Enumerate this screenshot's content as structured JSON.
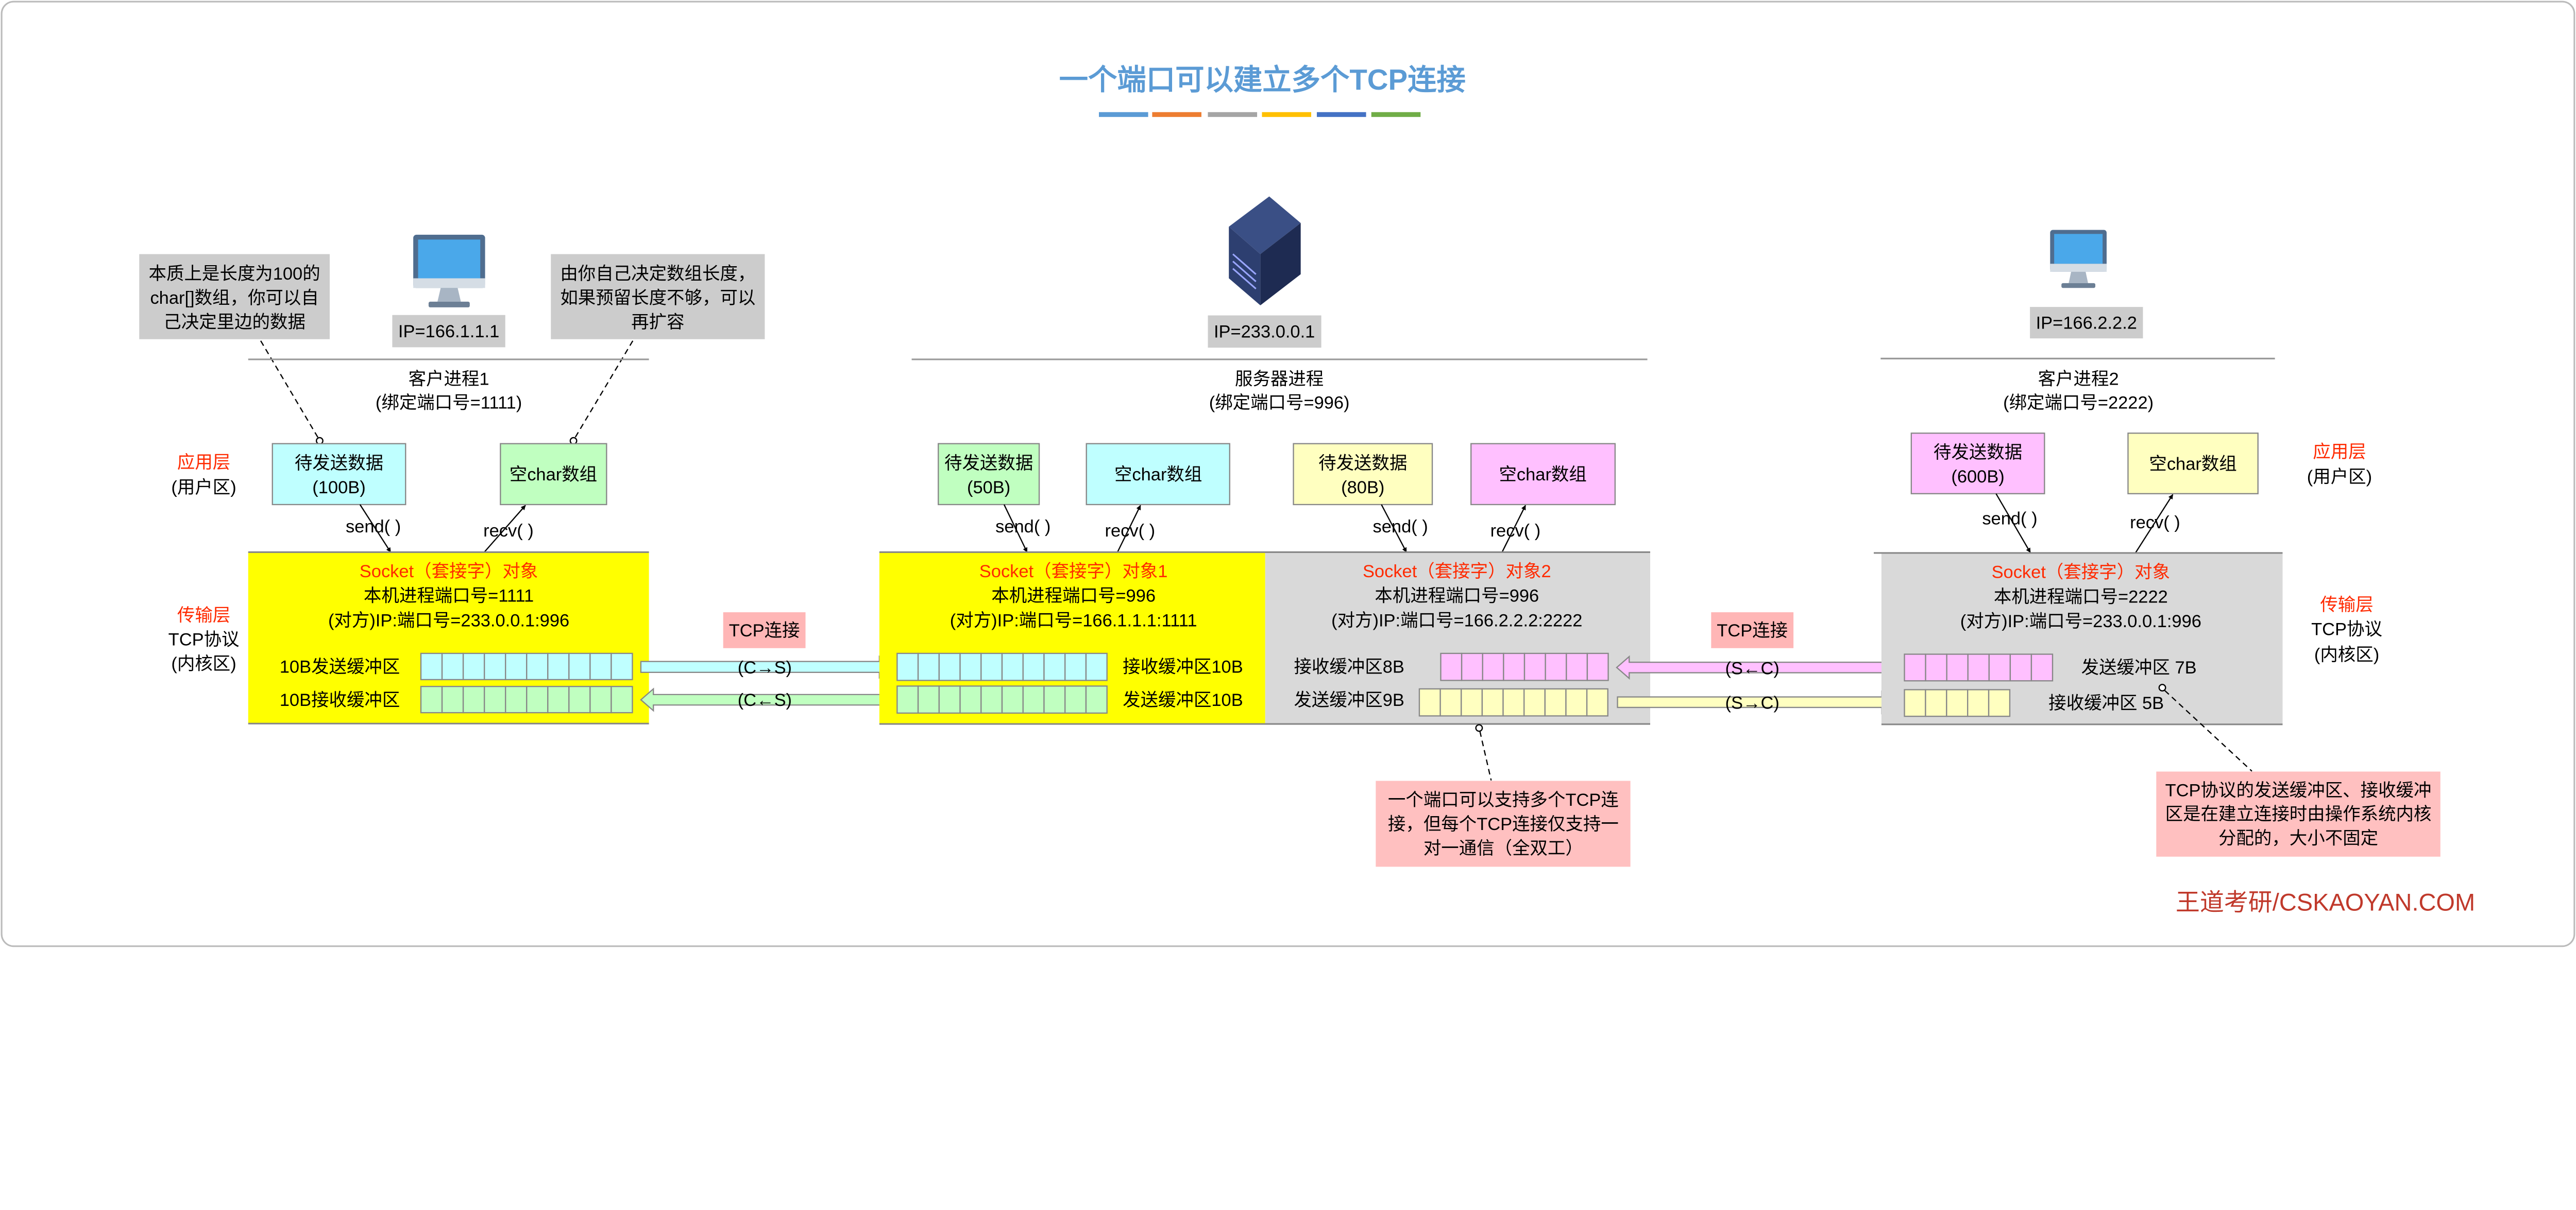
{
  "title": "一个端口可以建立多个TCP连接",
  "title_bar_colors": [
    "#5b9bd5",
    "#ed7d31",
    "#a5a5a5",
    "#ffc000",
    "#4472c4",
    "#70ad47"
  ],
  "colors": {
    "yellow_socket": "#ffff00",
    "gray_socket": "#d9d9d9",
    "cyan": "#bfffff",
    "green": "#c0ffc0",
    "light_yellow": "#ffffc0",
    "pink": "#ffc0ff",
    "note_pink": "#ffc0c0",
    "red_text": "#ff2a00"
  },
  "layers": {
    "app_left": {
      "name": "应用层",
      "sub": "(用户区)"
    },
    "transport_left": {
      "name": "传输层",
      "proto": "TCP协议",
      "sub": "(内核区)"
    },
    "app_right": {
      "name": "应用层",
      "sub": "(用户区)"
    },
    "transport_right": {
      "name": "传输层",
      "proto": "TCP协议",
      "sub": "(内核区)"
    }
  },
  "client1": {
    "ip": "IP=166.1.1.1",
    "process": "客户进程1",
    "bind": "(绑定端口号=1111)",
    "note_left": [
      "本质上是长度为100的",
      "char[]数组，你可以自",
      "己决定里边的数据"
    ],
    "note_right": [
      "由你自己决定数组长度，",
      "如果预留长度不够，可以",
      "再扩容"
    ],
    "send_box": [
      "待发送数据",
      "(100B)"
    ],
    "recv_box": "空char数组",
    "send_call": "send( )",
    "recv_call": "recv( )",
    "socket": {
      "title": "Socket（套接字）对象",
      "local": "本机进程端口号=1111",
      "remote": "(对方)IP:端口号=233.0.0.1:996",
      "send_buf_label": "10B发送缓冲区",
      "recv_buf_label": "10B接收缓冲区",
      "send_cells": 10,
      "recv_cells": 10
    }
  },
  "server": {
    "ip": "IP=233.0.0.1",
    "process": "服务器进程",
    "bind": "(绑定端口号=996)",
    "s1_send_box": [
      "待发送数据",
      "(50B)"
    ],
    "s1_recv_box": "空char数组",
    "s2_send_box": [
      "待发送数据",
      "(80B)"
    ],
    "s2_recv_box": "空char数组",
    "send_call": "send( )",
    "recv_call": "recv( )",
    "socket1": {
      "title": "Socket（套接字）对象1",
      "local": "本机进程端口号=996",
      "remote": "(对方)IP:端口号=166.1.1.1:1111",
      "recv_buf_label": "接收缓冲区10B",
      "send_buf_label": "发送缓冲区10B",
      "recv_cells": 10,
      "send_cells": 10
    },
    "socket2": {
      "title": "Socket（套接字）对象2",
      "local": "本机进程端口号=996",
      "remote": "(对方)IP:端口号=166.2.2.2:2222",
      "recv_buf_label": "接收缓冲区8B",
      "send_buf_label": "发送缓冲区9B",
      "recv_cells": 8,
      "send_cells": 9
    },
    "note": [
      "一个端口可以支持多个TCP连",
      "接，但每个TCP连接仅支持一",
      "对一通信（全双工）"
    ]
  },
  "client2": {
    "ip": "IP=166.2.2.2",
    "process": "客户进程2",
    "bind": "(绑定端口号=2222)",
    "send_box": [
      "待发送数据",
      "(600B)"
    ],
    "recv_box": "空char数组",
    "send_call": "send( )",
    "recv_call": "recv( )",
    "socket": {
      "title": "Socket（套接字）对象",
      "local": "本机进程端口号=2222",
      "remote": "(对方)IP:端口号=233.0.0.1:996",
      "send_buf_label": "发送缓冲区 7B",
      "recv_buf_label": "接收缓冲区 5B",
      "send_cells": 7,
      "recv_cells": 5
    },
    "note": [
      "TCP协议的发送缓冲区、接收缓冲",
      "区是在建立连接时由操作系统内核",
      "分配的，大小不固定"
    ]
  },
  "connections": {
    "left": {
      "label": "TCP连接",
      "forward": "(C→S)",
      "backward": "(C←S)"
    },
    "right": {
      "label": "TCP连接",
      "forward": "(S←C)",
      "backward": "(S→C)"
    }
  },
  "footer": "王道考研/CSKAOYAN.COM"
}
